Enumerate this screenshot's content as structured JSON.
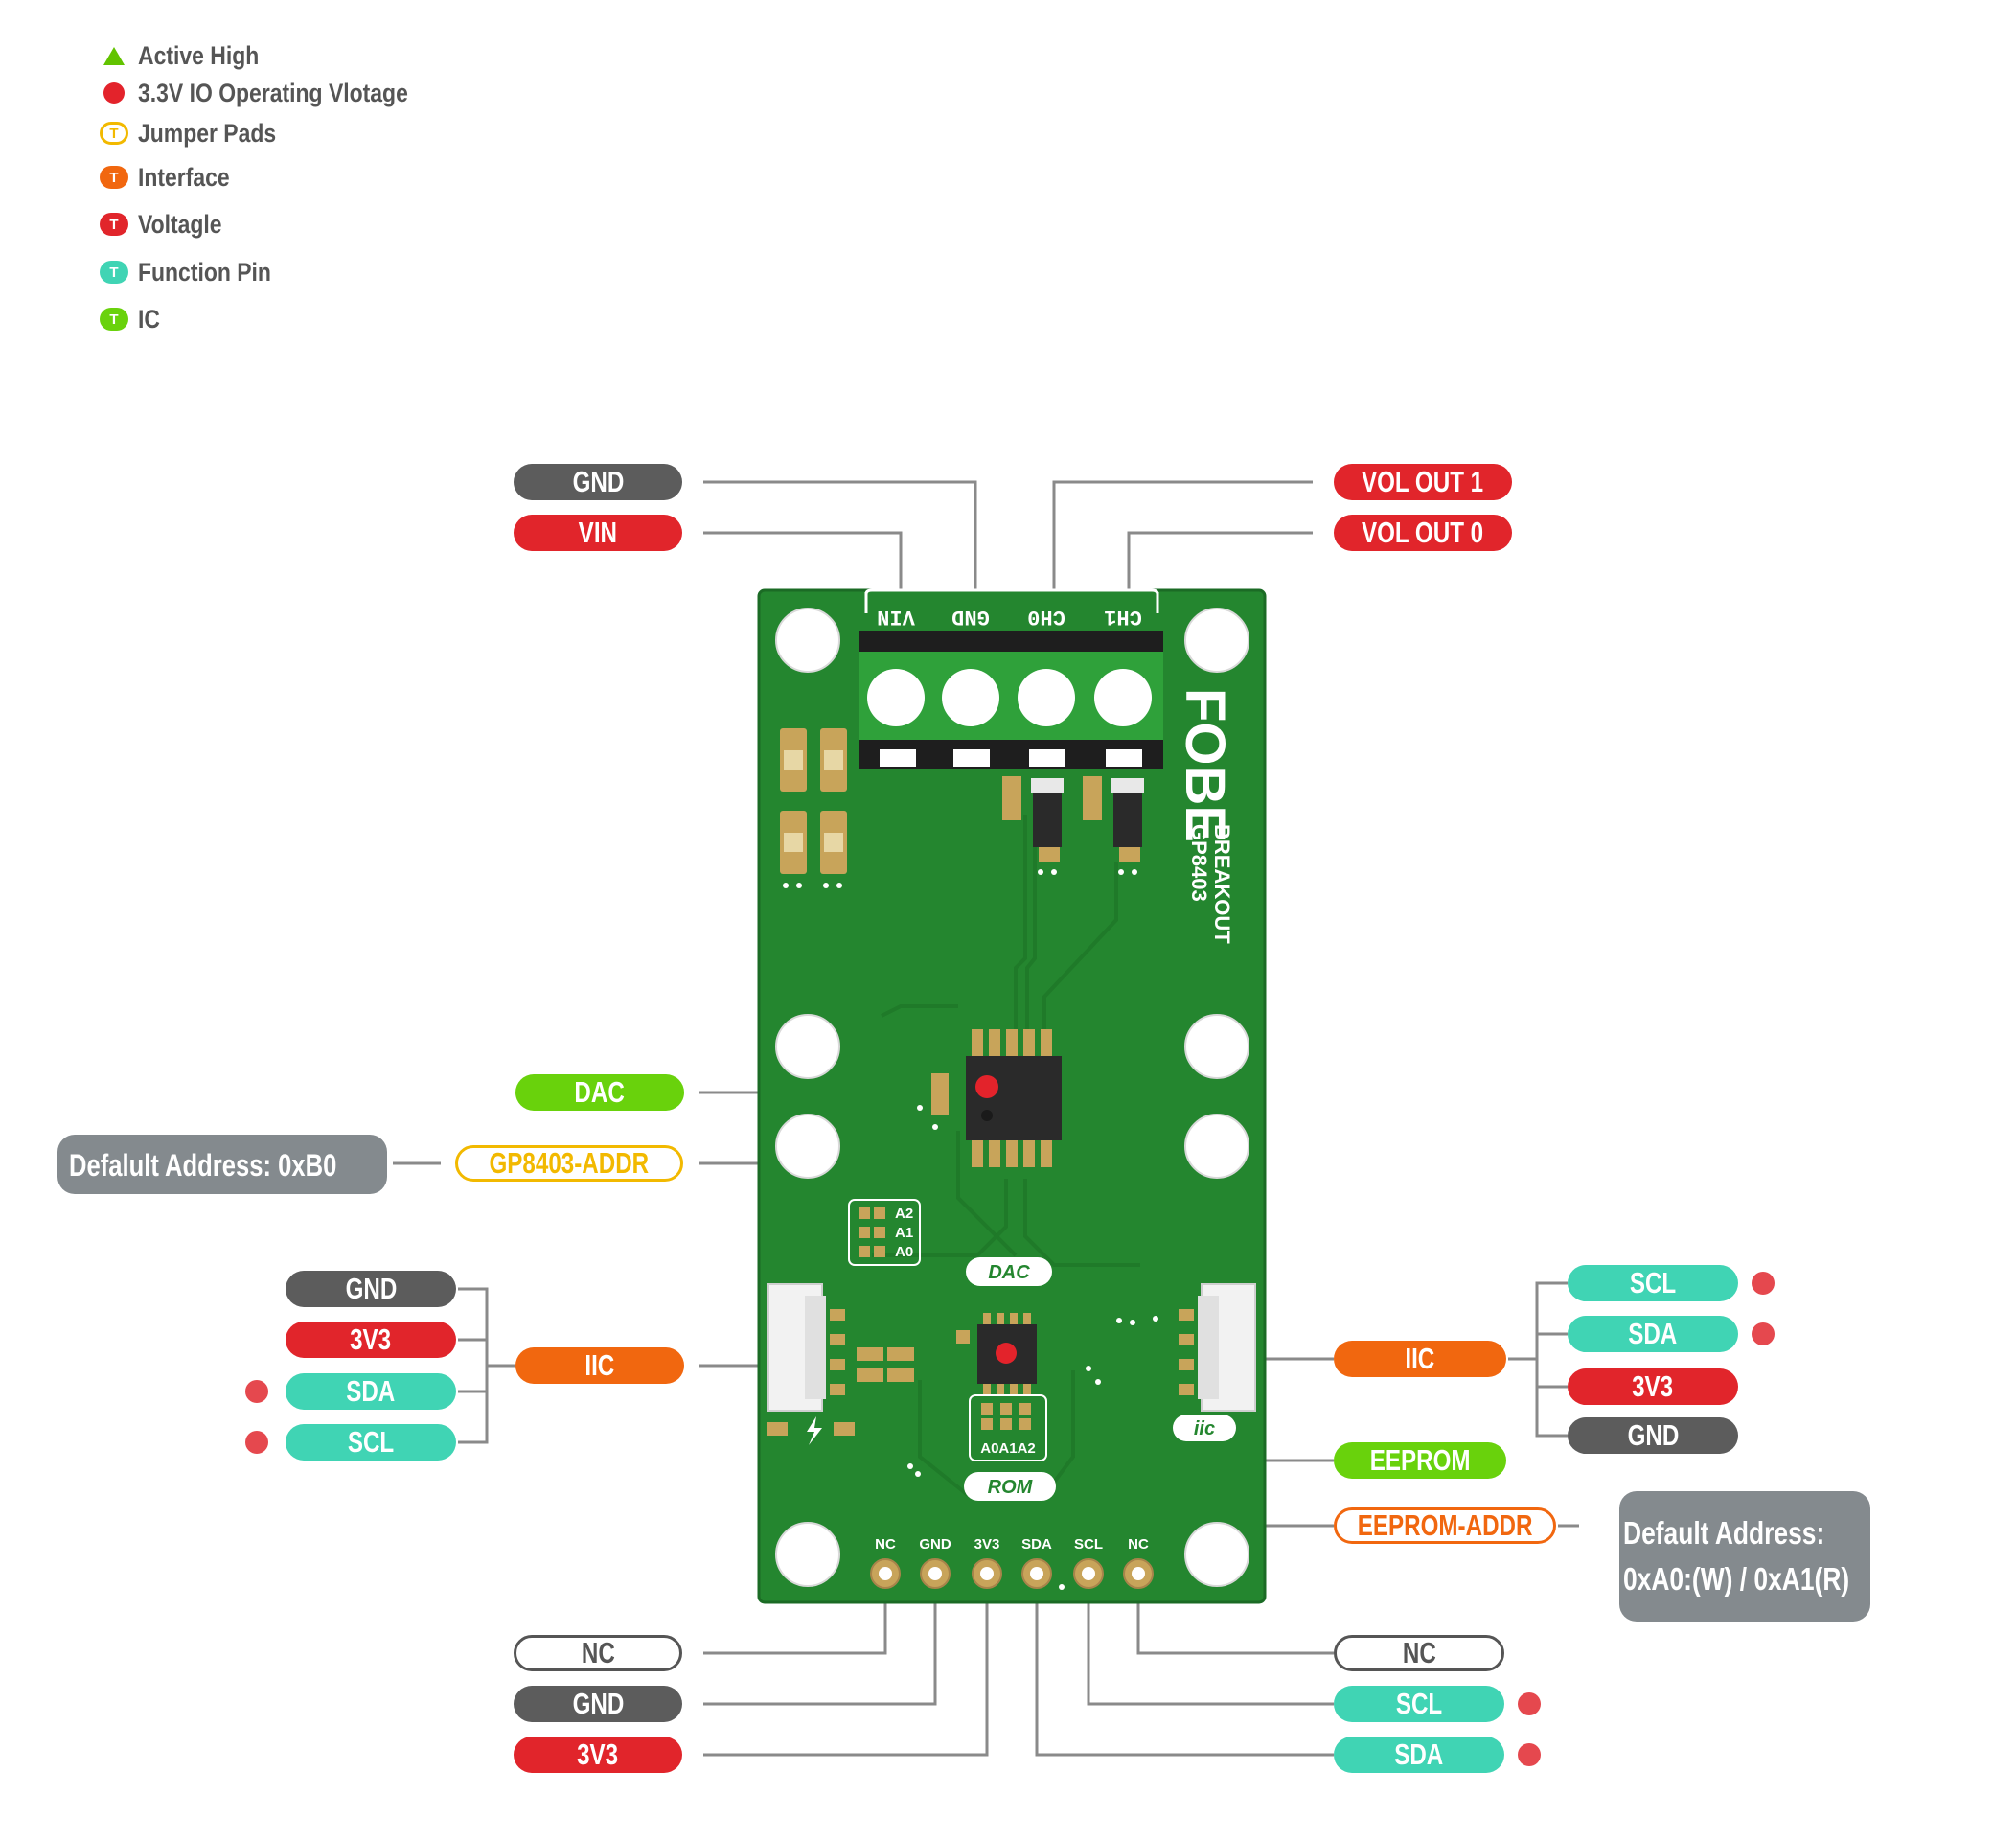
{
  "legend": [
    {
      "label": "Active High",
      "icon": "triangle-icon",
      "color": "#62c300"
    },
    {
      "label": "3.3V IO Operating Vlotage",
      "icon": "dot-icon",
      "color": "#e3232b"
    },
    {
      "label": "Jumper Pads",
      "icon": "jumper-pads-icon",
      "color": "#f2b900",
      "glyph": "T"
    },
    {
      "label": "Interface",
      "icon": "interface-icon",
      "color": "#f1670f",
      "glyph": "T"
    },
    {
      "label": "Voltagle",
      "icon": "voltage-icon",
      "color": "#e1252b",
      "glyph": "T"
    },
    {
      "label": "Function Pin",
      "icon": "function-pin-icon",
      "color": "#40d4b4",
      "glyph": "T"
    },
    {
      "label": "IC",
      "icon": "ic-icon",
      "color": "#69d20c",
      "glyph": "T"
    }
  ],
  "labels": {
    "top_gnd": "GND",
    "top_vin": "VIN",
    "vol_out_1": "VOL OUT 1",
    "vol_out_0": "VOL OUT 0",
    "dac": "DAC",
    "gp8403_addr": "GP8403-ADDR",
    "left_gnd": "GND",
    "left_3v3": "3V3",
    "left_sda": "SDA",
    "left_scl": "SCL",
    "left_iic": "IIC",
    "right_scl": "SCL",
    "right_sda": "SDA",
    "right_3v3": "3V3",
    "right_gnd": "GND",
    "right_iic": "IIC",
    "eeprom": "EEPROM",
    "eeprom_addr": "EEPROM-ADDR",
    "bottom_nc_left": "NC",
    "bottom_gnd": "GND",
    "bottom_3v3": "3V3",
    "bottom_nc_right": "NC",
    "bottom_scl": "SCL",
    "bottom_sda": "SDA"
  },
  "notes": {
    "dac_default_address": "Defalult Address: 0xB0",
    "eeprom_default_address_line1": "Default Address:",
    "eeprom_default_address_line2": "0xA0:(W) / 0xA1(R)"
  },
  "board": {
    "terminal_labels": [
      "VIN",
      "GND",
      "CH0",
      "CH1"
    ],
    "brand": "FOBE",
    "product_line1": "BREAKOUT",
    "product_line2": "GP8403",
    "silk_dac": "DAC",
    "silk_iic": "iic",
    "silk_rom": "ROM",
    "addr_pads_dac": [
      "A2",
      "A1",
      "A0"
    ],
    "addr_pads_rom": "A0A1A2",
    "header_pins": [
      "NC",
      "GND",
      "3V3",
      "SDA",
      "SCL",
      "NC"
    ],
    "colors": {
      "pcb": "#24862f",
      "pad": "#c8a45a",
      "chip": "#2a2a2a"
    }
  }
}
